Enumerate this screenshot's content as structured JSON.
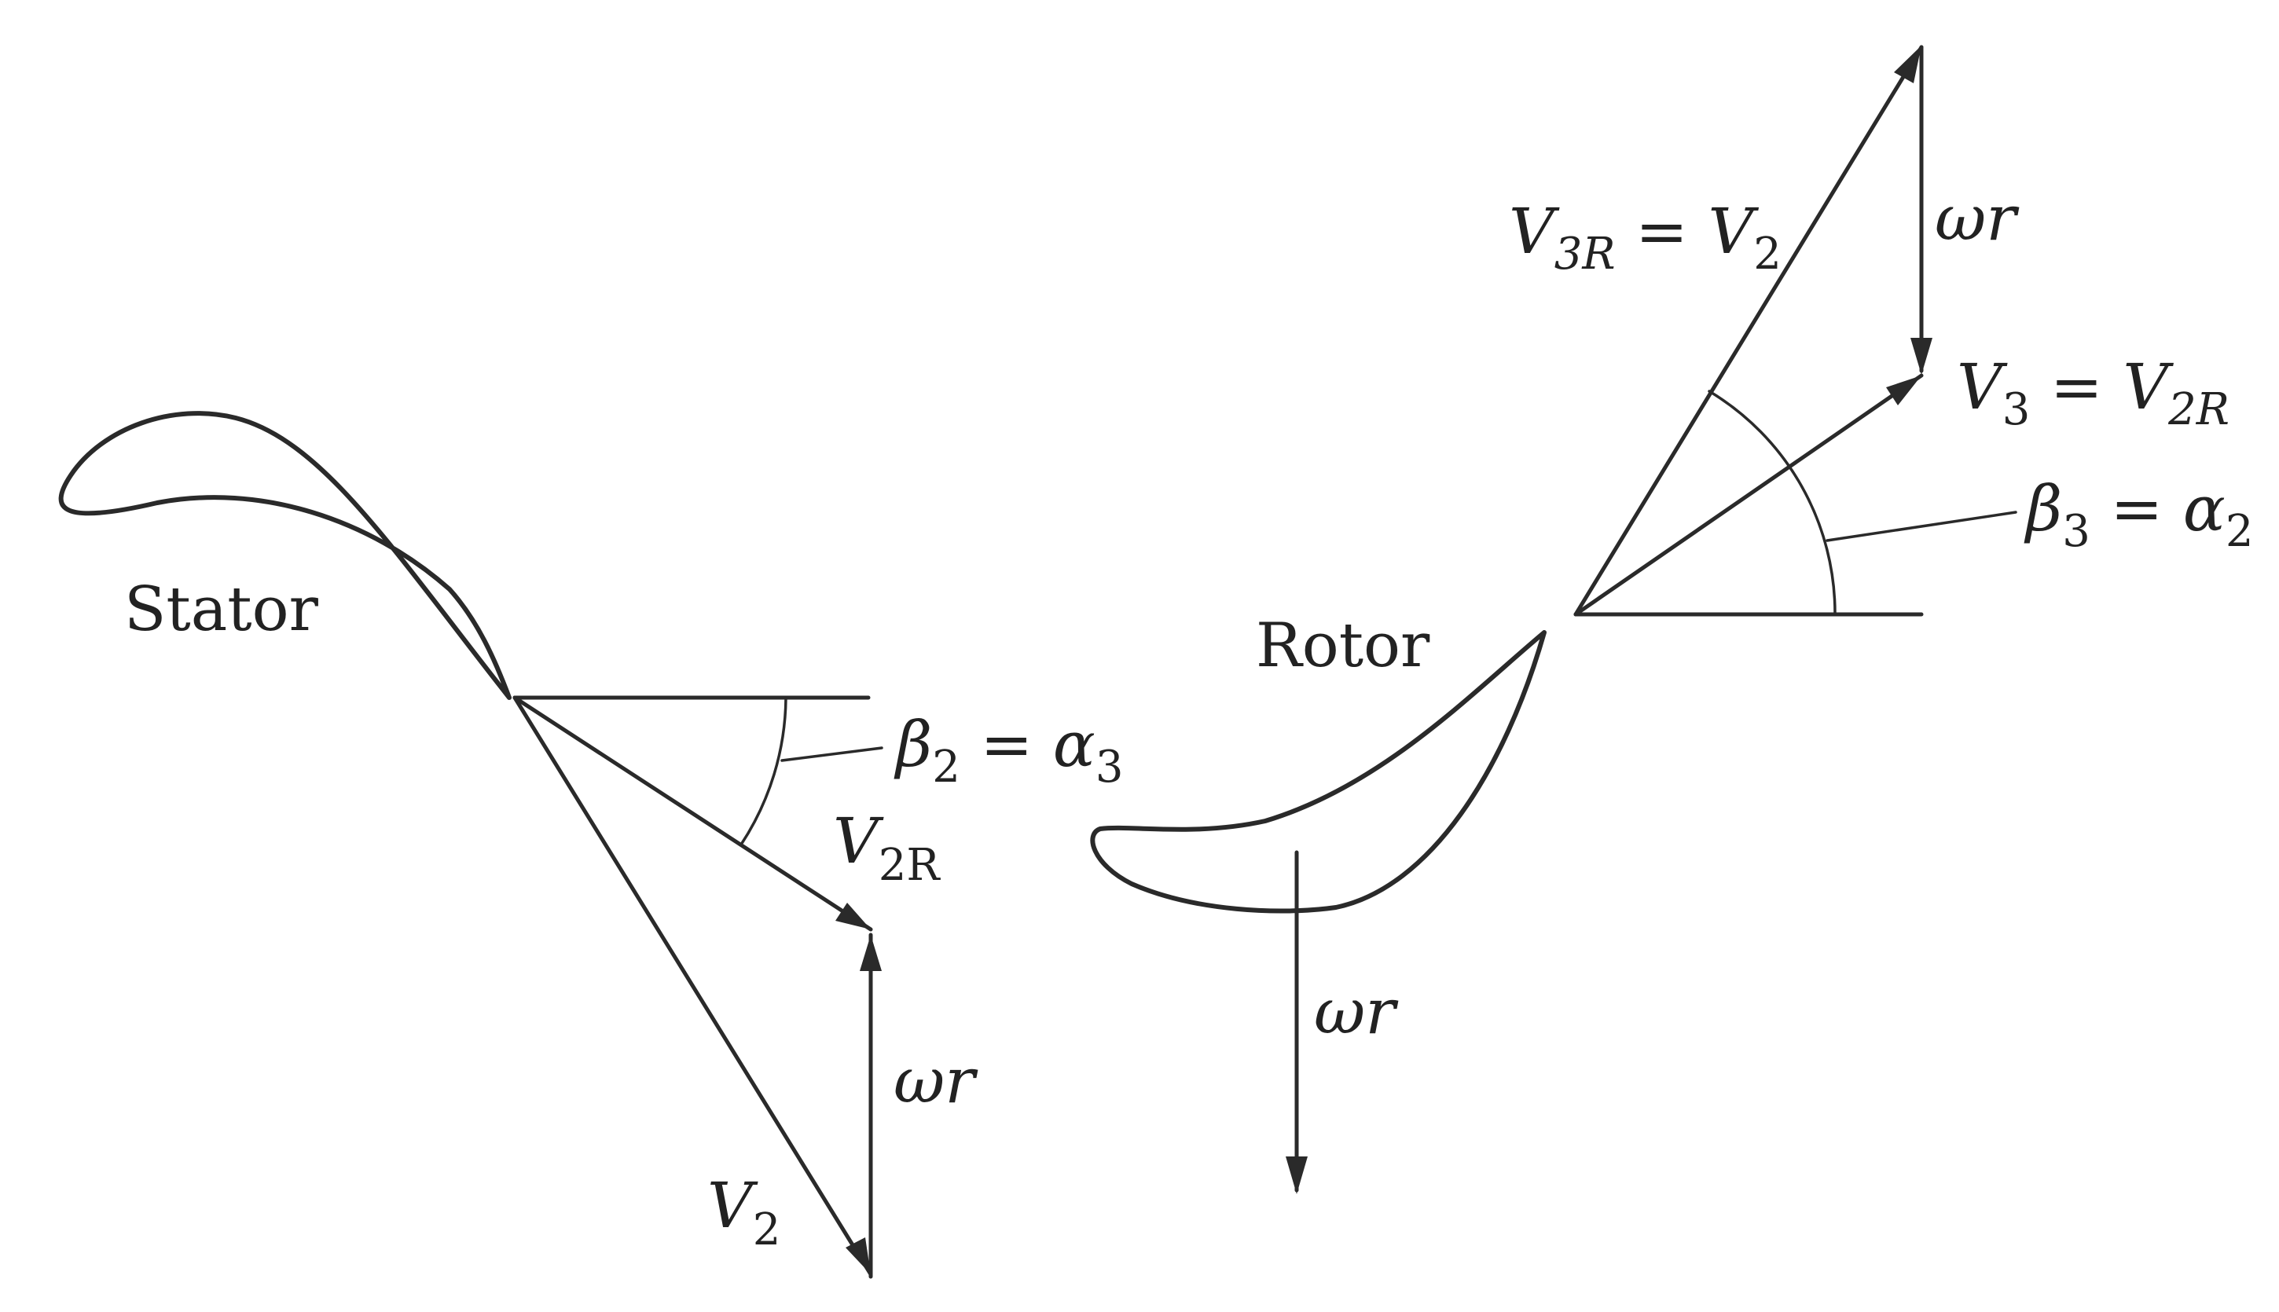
{
  "stator": {
    "label": "Stator",
    "vectors": {
      "v2r": {
        "symbol": "V",
        "sub": "2R"
      },
      "v2": {
        "symbol": "V",
        "sub": "2"
      },
      "wr": "ωr"
    },
    "angle": {
      "lhs": "β",
      "lhs_sub": "2",
      "eq": " = ",
      "rhs": "α",
      "rhs_sub": "3"
    }
  },
  "rotor": {
    "label": "Rotor",
    "blade_speed": "ωr",
    "vectors": {
      "v3r_eq": {
        "lhs": "V",
        "lhs_sub": "3R",
        "eq": " = ",
        "rhs": "V",
        "rhs_sub": "2"
      },
      "v3_eq": {
        "lhs": "V",
        "lhs_sub": "3",
        "eq": " = ",
        "rhs": "V",
        "rhs_sub": "2R"
      },
      "wr": "ωr"
    },
    "angle": {
      "lhs": "β",
      "lhs_sub": "3",
      "eq": " = ",
      "rhs": "α",
      "rhs_sub": "2"
    }
  },
  "colors": {
    "ink": "#2a2a2a",
    "background": "#ffffff"
  }
}
